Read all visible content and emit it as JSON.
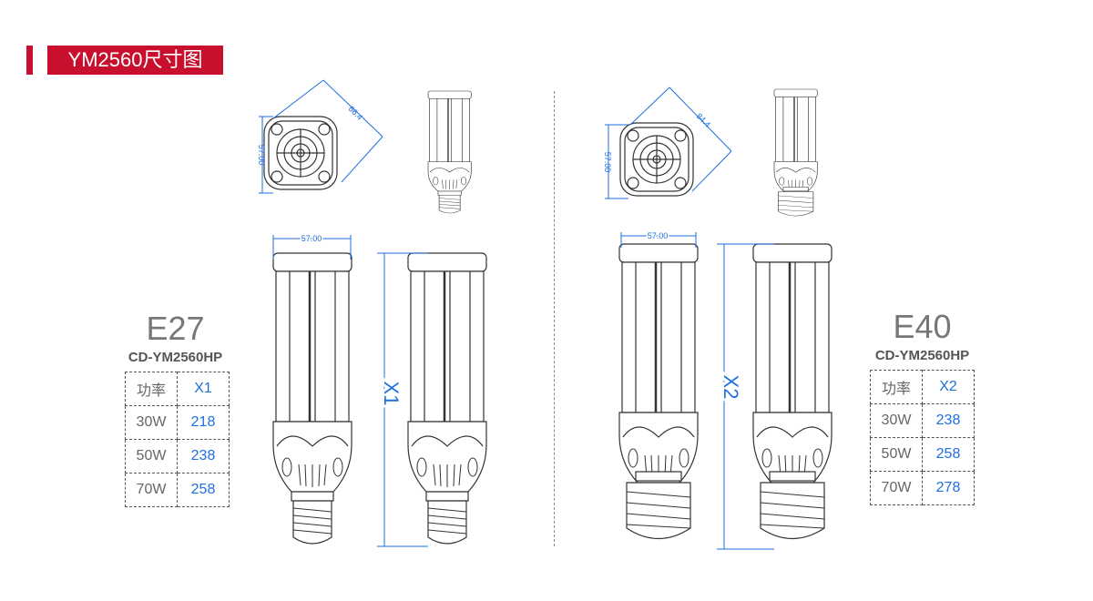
{
  "title": "YM2560尺寸图",
  "left": {
    "model": "E27",
    "code": "CD-YM2560HP",
    "dim_label": "X1",
    "diag": "66.4",
    "side": "57.00",
    "width": "57.00",
    "table": {
      "headers": [
        "功率",
        "X1"
      ],
      "rows": [
        [
          "30W",
          "218"
        ],
        [
          "50W",
          "238"
        ],
        [
          "70W",
          "258"
        ]
      ]
    }
  },
  "right": {
    "model": "E40",
    "code": "CD-YM2560HP",
    "dim_label": "X2",
    "diag": "84.4",
    "side": "57.00",
    "width": "57.00",
    "table": {
      "headers": [
        "功率",
        "X2"
      ],
      "rows": [
        [
          "30W",
          "238"
        ],
        [
          "50W",
          "258"
        ],
        [
          "70W",
          "278"
        ]
      ]
    }
  },
  "colors": {
    "accent": "#c8102e",
    "dimension": "#1e6fe0"
  }
}
